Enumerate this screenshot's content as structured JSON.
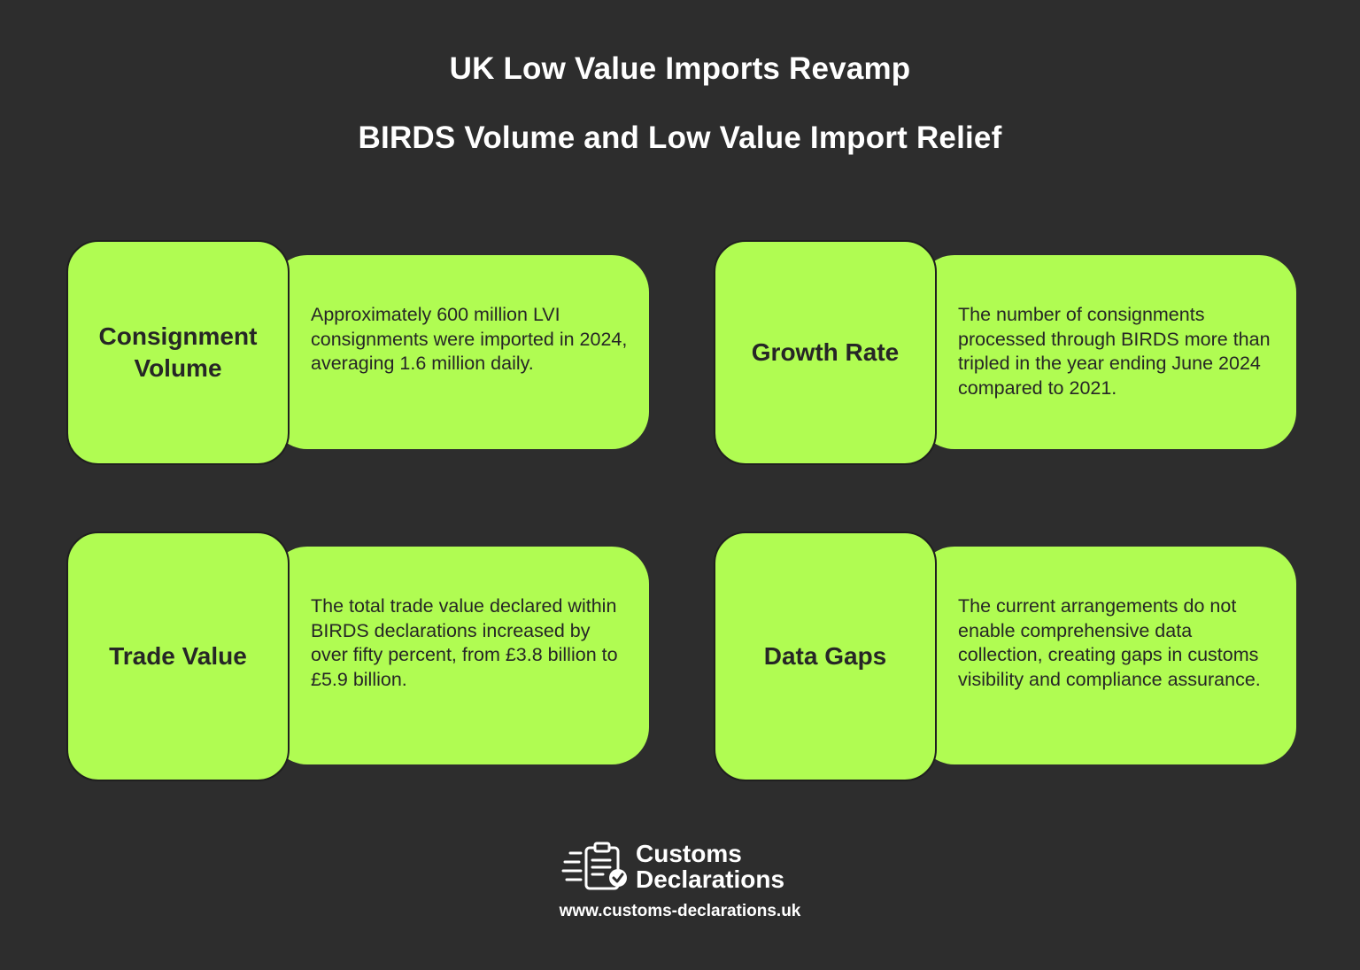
{
  "header": {
    "title": "UK Low Value Imports Revamp",
    "subtitle": "BIRDS Volume and Low Value Import Relief"
  },
  "cards": [
    {
      "label": "Consignment Volume",
      "text": "Approximately 600 million LVI consignments were imported in 2024, averaging 1.6 million daily."
    },
    {
      "label": "Growth Rate",
      "text": "The number of consignments processed through BIRDS more than tripled in the year ending June 2024 compared to 2021."
    },
    {
      "label": "Trade Value",
      "text": "The total trade value declared within BIRDS declarations increased by over fifty percent, from £3.8 billion to £5.9 billion."
    },
    {
      "label": "Data Gaps",
      "text": "The current arrangements do not enable comprehensive data collection, creating gaps in customs visibility and compliance assurance."
    }
  ],
  "footer": {
    "brand_line1": "Customs",
    "brand_line2": "Declarations",
    "logo_icon": "clipboard-check-icon",
    "url": "www.customs-declarations.uk"
  },
  "colors": {
    "background": "#2d2d2d",
    "card": "#b0fc52",
    "text_dark": "#262626",
    "text_light": "#ffffff"
  }
}
